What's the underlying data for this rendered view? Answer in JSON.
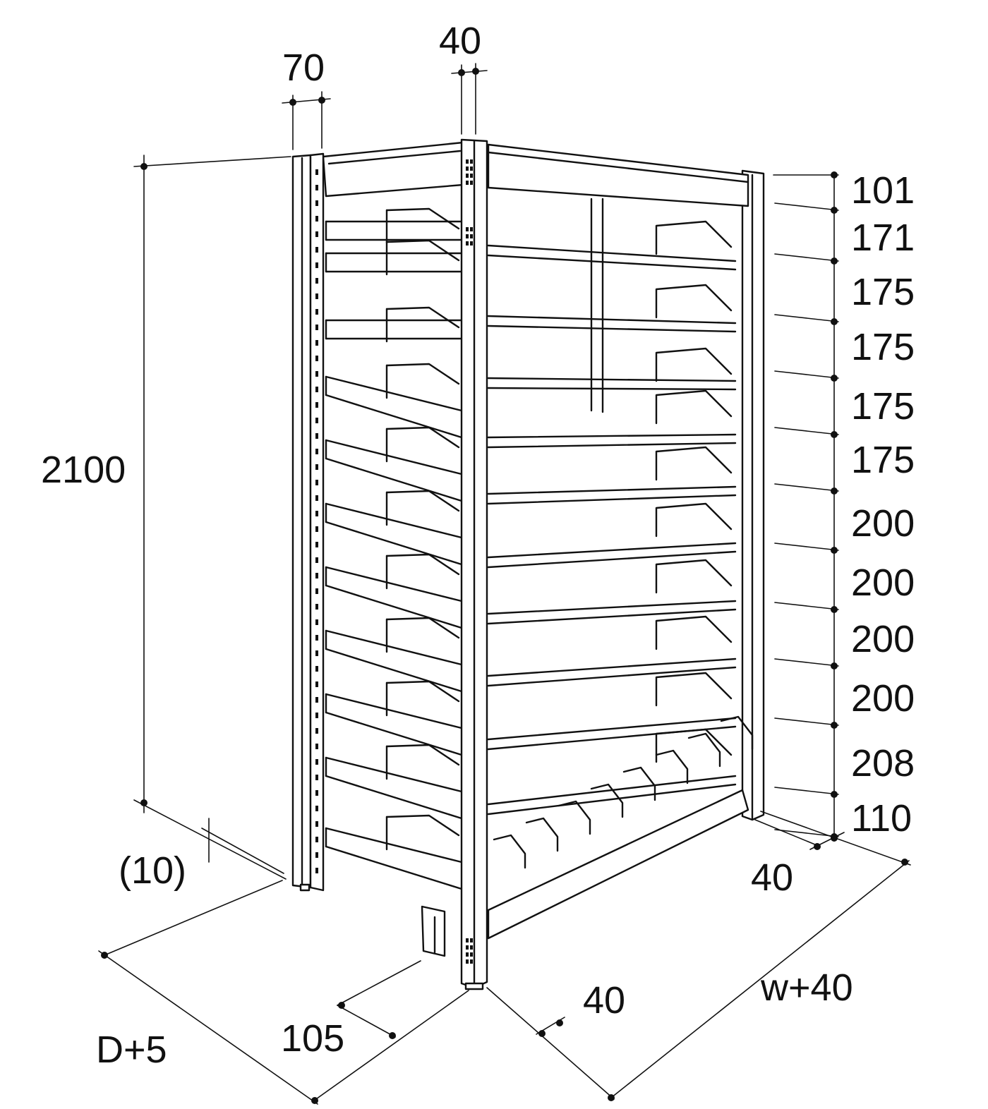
{
  "colors": {
    "line": "#111111",
    "background": "#ffffff"
  },
  "dimensions": {
    "overall_height": "2100",
    "top_left_post": "70",
    "top_right_post": "40",
    "bottom_gap": "(10)",
    "depth_total": "D+5",
    "base_front": "105",
    "base_right_front": "40",
    "width_total": "w+40",
    "right_offset": "40",
    "pitches": [
      "101",
      "171",
      "175",
      "175",
      "175",
      "175",
      "200",
      "200",
      "200",
      "200",
      "208",
      "110"
    ]
  }
}
